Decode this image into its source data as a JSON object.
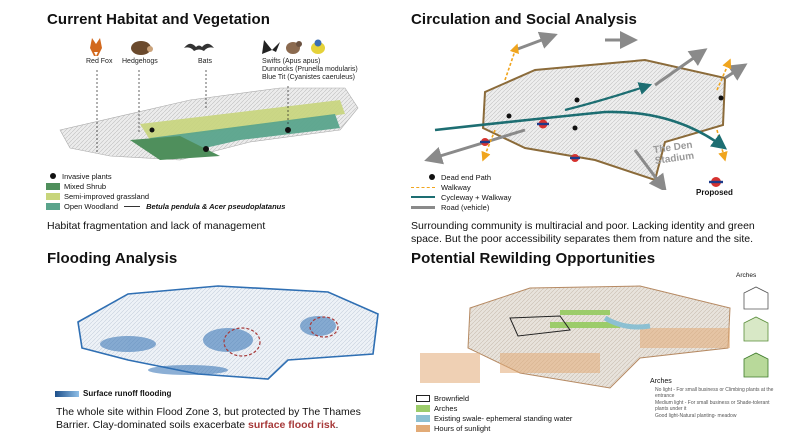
{
  "habitat": {
    "title": "Current Habitat and Vegetation",
    "species": {
      "fox": "Red Fox",
      "hedgehog": "Hedgehogs",
      "bats": "Bats",
      "swifts": "Swifts (Apus apus)",
      "dunnocks": "Dunnocks (Prunella modularis)",
      "bluetit": "Blue Tit (Cyanistes caeruleus)"
    },
    "legend": {
      "invasive": "Invasive plants",
      "mixed_shrub": "Mixed Shrub",
      "grassland": "Semi-improved grassland",
      "woodland": "Open Woodland",
      "woodland_species": "Betula pendula & Acer pseudoplatanus"
    },
    "caption": "Habitat fragmentation and lack of management",
    "colors": {
      "mixed_shrub": "#4f8f5c",
      "grassland": "#c8d57b",
      "woodland": "#5aa48c"
    }
  },
  "circulation": {
    "title": "Circulation and Social Analysis",
    "stadium_label": "The Den Stadium",
    "proposed_label": "Proposed",
    "legend": {
      "dead_end": "Dead end Path",
      "walkway": "Walkway",
      "cycleway": "Cycleway + Walkway",
      "road": "Road (vehicle)"
    },
    "caption": "Surrounding community is multiracial and poor. Lacking identity and green space. But the poor accessibility separates them from nature and the site.",
    "colors": {
      "walkway": "#f0a51e",
      "cycleway": "#1d6e72",
      "road": "#8a8a8a",
      "station": "#d6322f"
    }
  },
  "flooding": {
    "title": "Flooding  Analysis",
    "legend": {
      "runoff": "Surface runoff flooding"
    },
    "caption_before": "The whole site within Flood Zone 3, but protected by The Thames Barrier. Clay-dominated soils exacerbate ",
    "caption_highlight": "surface flood risk",
    "caption_after": ".",
    "colors": {
      "flood": "#2f6fb3"
    }
  },
  "rewilding": {
    "title": "Potential Rewilding Opportunities",
    "arches_title": "Arches",
    "legend": {
      "brownfield": "Brownfield",
      "arches": "Arches",
      "swale": "Existing swale- ephemeral standing water",
      "sunlight": "Hours of sunlight"
    },
    "arches_notes": {
      "title": "Arches",
      "no_light": "No light - For small business or Climbing plants at the entrance",
      "medium_light": "Medium light - For small business or Shade-tolerant plants under it",
      "good_light": "Good light-Natural planting- meadow"
    },
    "colors": {
      "brownfield": "#d4c7b6",
      "arches": "#9ccc6a",
      "swale": "#8cc0d2",
      "sunlight": "#e2ab77"
    }
  }
}
